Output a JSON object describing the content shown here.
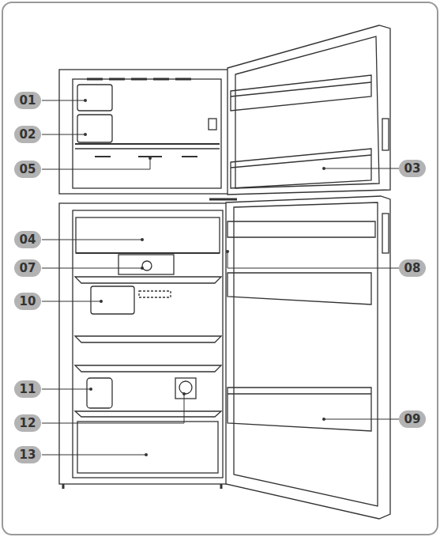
{
  "diagram": {
    "nodes": [
      {
        "text": [
          "01"
        ]
      },
      {
        "text": [
          "02"
        ]
      },
      {
        "text": [
          "03"
        ]
      },
      {
        "text": [
          "05"
        ]
      },
      {
        "text": [
          "04"
        ]
      },
      {
        "text": [
          "07"
        ]
      },
      {
        "text": [
          "08"
        ]
      },
      {
        "text": [
          "10"
        ]
      },
      {
        "text": [
          "11"
        ]
      },
      {
        "text": [
          "09"
        ]
      },
      {
        "text": [
          "12"
        ]
      },
      {
        "text": [
          "13"
        ]
      }
    ]
  }
}
